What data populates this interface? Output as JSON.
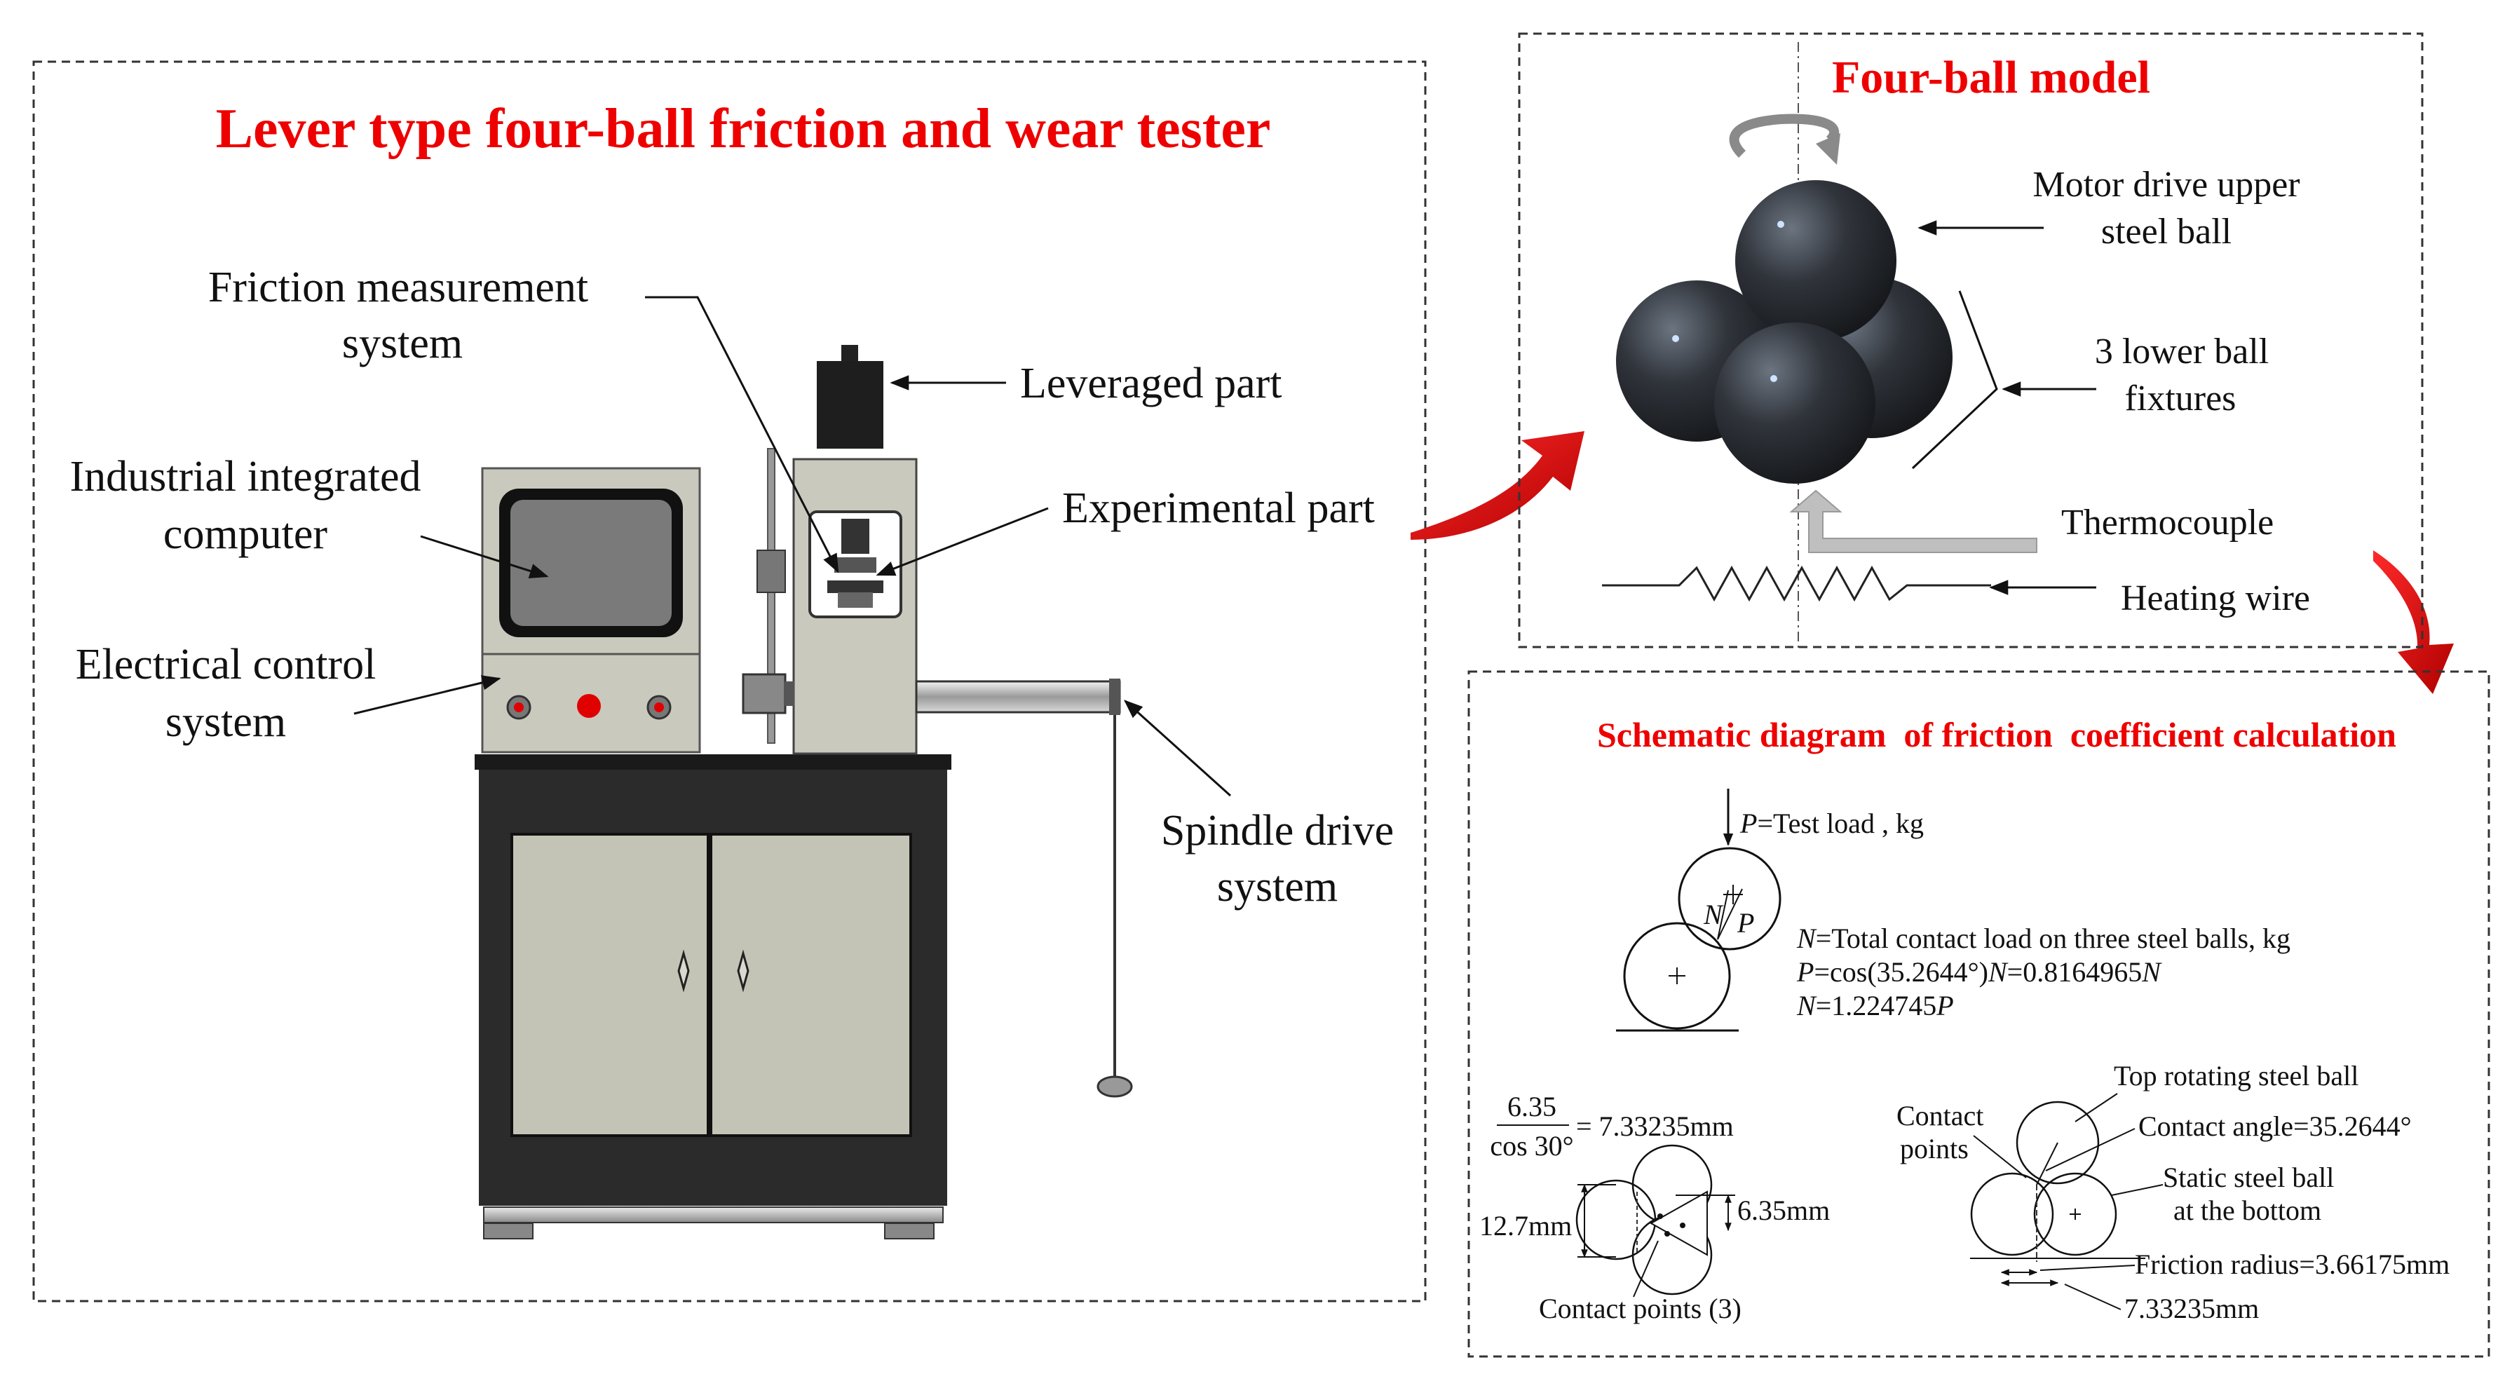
{
  "tester": {
    "title": "Lever type four-ball friction and wear tester",
    "labels": {
      "friction_measurement": [
        "Friction measurement",
        "system"
      ],
      "leveraged_part": "Leveraged part",
      "industrial_computer": [
        "Industrial integrated",
        "computer"
      ],
      "experimental_part": "Experimental part",
      "electrical_control": [
        "Electrical control",
        "system"
      ],
      "spindle_drive": [
        "Spindle drive",
        "system"
      ]
    }
  },
  "four_ball": {
    "title": "Four-ball model",
    "labels": {
      "motor_drive": [
        "Motor drive upper",
        "steel ball"
      ],
      "lower_fixtures": [
        "3 lower ball",
        "fixtures"
      ],
      "thermocouple": "Thermocouple",
      "heating_wire": "Heating wire"
    }
  },
  "schematic": {
    "title": "Schematic diagram  of friction  coefficient calculation",
    "load_text": "=Test load , kg",
    "load_sym": "P",
    "force_N": "N",
    "force_P": "P",
    "eq1_sym": "N",
    "eq1": "=Total contact load on three steel balls, kg",
    "eq2_sym": "P",
    "eq2": "=cos(35.2644°)",
    "eq2_mid": "N",
    "eq2_end": "=0.8164965",
    "eq2_end_sym": "N",
    "eq3_sym": "N",
    "eq3": "=1.224745",
    "eq3_end_sym": "P",
    "frac_num": "6.35",
    "frac_den": "cos 30°",
    "frac_result": "= 7.33235mm",
    "dim_12_7": "12.7mm",
    "dim_6_35": "6.35mm",
    "contact_points_3": "Contact points (3)",
    "top_ball": "Top rotating steel ball",
    "contact_points": [
      "Contact",
      "points"
    ],
    "contact_angle": "Contact angle=35.2644°",
    "static_ball": [
      "Static steel ball",
      "at the bottom"
    ],
    "friction_radius": "Friction radius=3.66175mm",
    "dim_7_33": "7.33235mm"
  },
  "colors": {
    "title_red": "#ee0000",
    "arrow_red": "#e00000",
    "machine_gray": "#c9c9bd",
    "cabinet_dark": "#2b2b2b",
    "ball_dark": "#2a2d33"
  }
}
